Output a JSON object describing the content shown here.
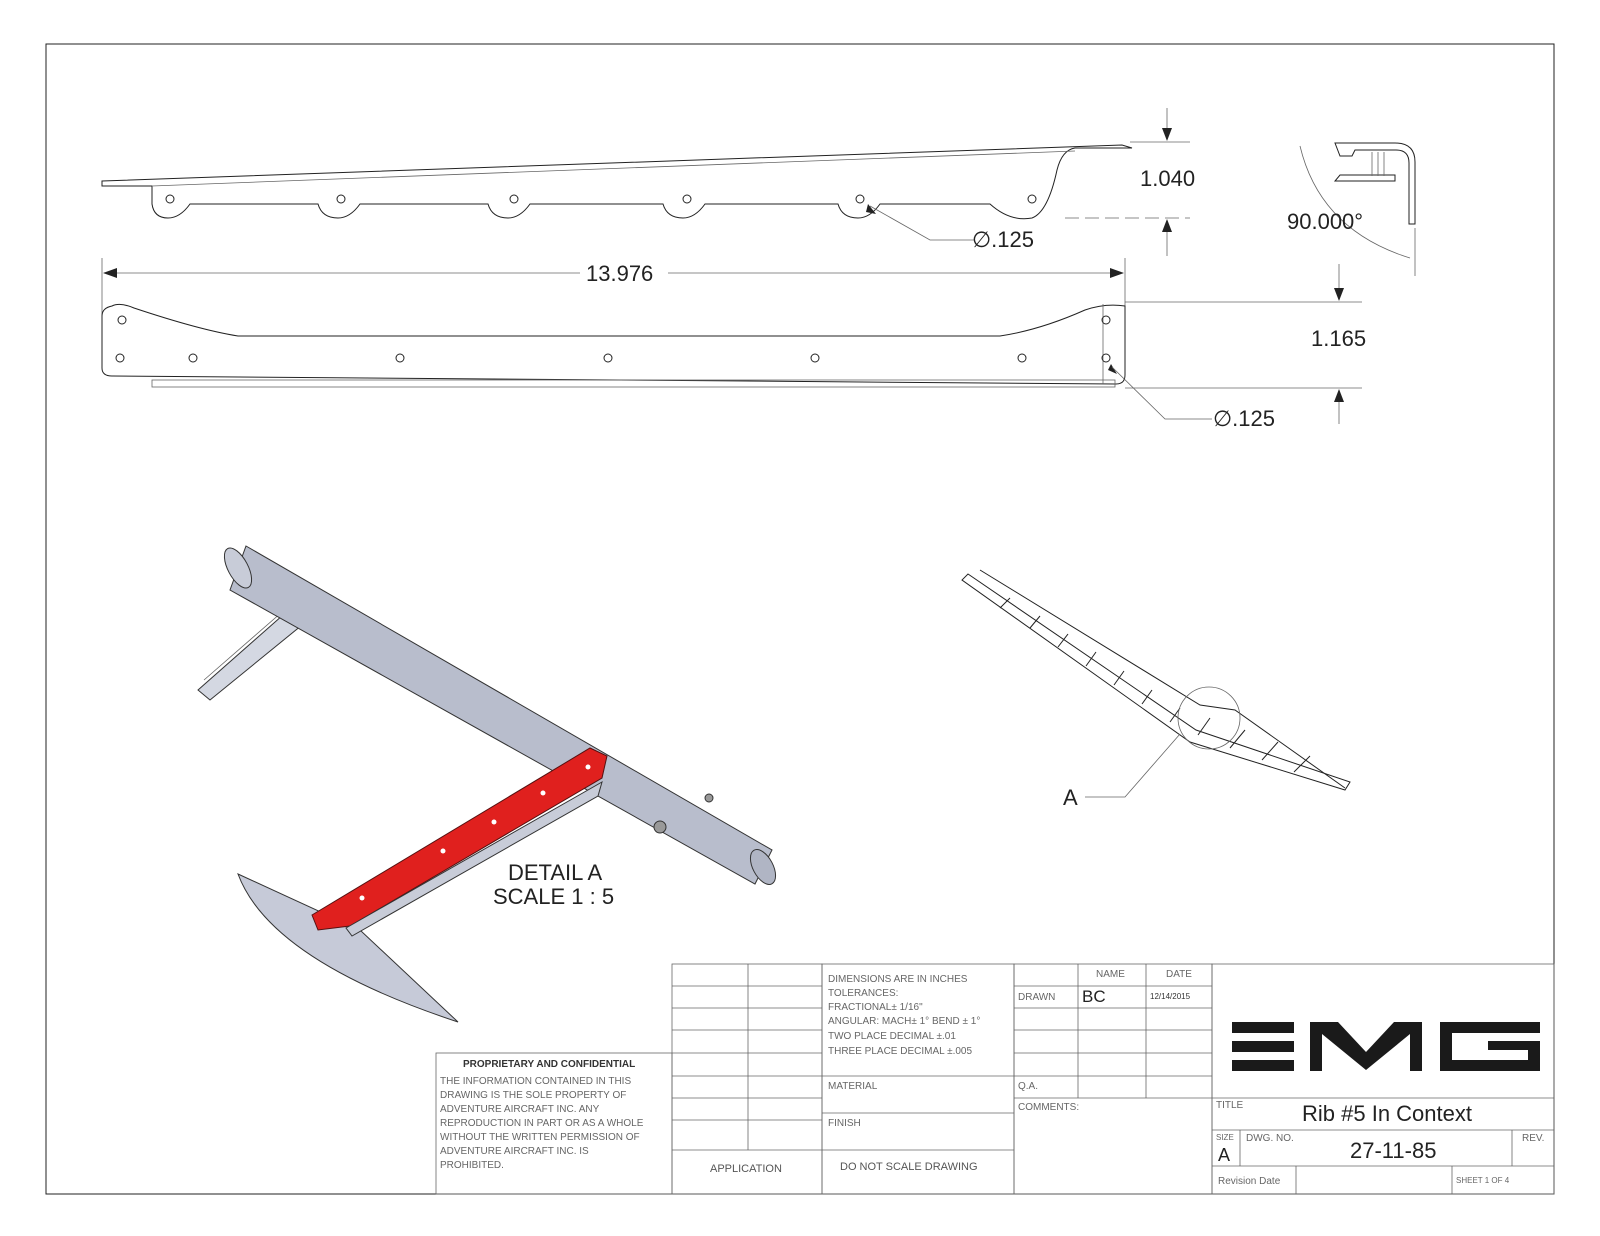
{
  "dimensions": {
    "height_top": "1.040",
    "hole_dia_top": "∅.125",
    "length": "13.976",
    "angle": "90.000°",
    "height_front": "1.165",
    "hole_dia_front": "∅.125"
  },
  "detail": {
    "title": "DETAIL A",
    "scale": "SCALE 1 : 5",
    "callout": "A"
  },
  "title_block": {
    "proprietary_heading": "PROPRIETARY AND CONFIDENTIAL",
    "proprietary_lines": [
      "THE INFORMATION CONTAINED IN THIS",
      "DRAWING IS THE SOLE PROPERTY OF",
      "ADVENTURE AIRCRAFT INC.  ANY",
      "REPRODUCTION IN PART OR AS A WHOLE",
      "WITHOUT THE WRITTEN PERMISSION OF",
      "ADVENTURE AIRCRAFT INC. IS",
      "PROHIBITED."
    ],
    "tolerance_lines": [
      "DIMENSIONS ARE IN INCHES",
      "TOLERANCES:",
      "FRACTIONAL± 1/16\"",
      "ANGULAR: MACH± 1° BEND ± 1°",
      "TWO PLACE DECIMAL    ±.01",
      "THREE PLACE DECIMAL  ±.005"
    ],
    "material_label": "MATERIAL",
    "finish_label": "FINISH",
    "application_label": "APPLICATION",
    "do_not_scale": "DO NOT SCALE DRAWING",
    "name_header": "NAME",
    "date_header": "DATE",
    "drawn_label": "DRAWN",
    "drawn_name": "BC",
    "drawn_date": "12/14/2015",
    "qa_label": "Q.A.",
    "comments_label": "COMMENTS:",
    "logo_text": "EMG",
    "title_label": "TITLE",
    "title_value": "Rib #5 In Context",
    "size_label": "SIZE",
    "size_value": "A",
    "dwg_no_label": "DWG. NO.",
    "dwg_no_value": "27-11-85",
    "rev_label": "REV.",
    "revision_date_label": "Revision Date",
    "sheet_label": "SHEET 1 OF 4"
  },
  "colors": {
    "highlight": "#e0201e",
    "tube": "#b8bdcc",
    "line": "#222222"
  }
}
